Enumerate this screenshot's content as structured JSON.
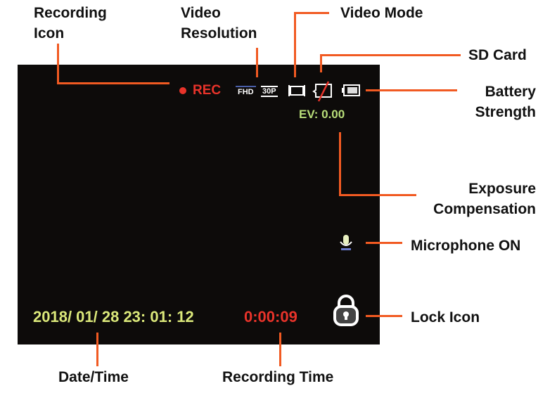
{
  "labels": {
    "recording_icon": [
      "Recording",
      "Icon"
    ],
    "video_resolution": [
      "Video",
      "Resolution"
    ],
    "video_mode": "Video Mode",
    "sd_card": "SD Card",
    "battery": [
      "Battery",
      "Strength"
    ],
    "exposure": [
      "Exposure",
      "Compensation"
    ],
    "microphone": "Microphone ON",
    "lock": "Lock Icon",
    "date_time": "Date/Time",
    "recording_time": "Recording Time"
  },
  "screen": {
    "rec": "REC",
    "resolution": "FHD",
    "framerate": "30P",
    "ev": "EV: 0.00",
    "datetime": "2018/ 01/ 28 23: 01: 12",
    "rec_time": "0:00:09"
  },
  "colors": {
    "accent": "#f15a22",
    "rec": "#e8332a",
    "osd_green": "#b9df7a",
    "osd_yellow": "#dbe87a"
  }
}
